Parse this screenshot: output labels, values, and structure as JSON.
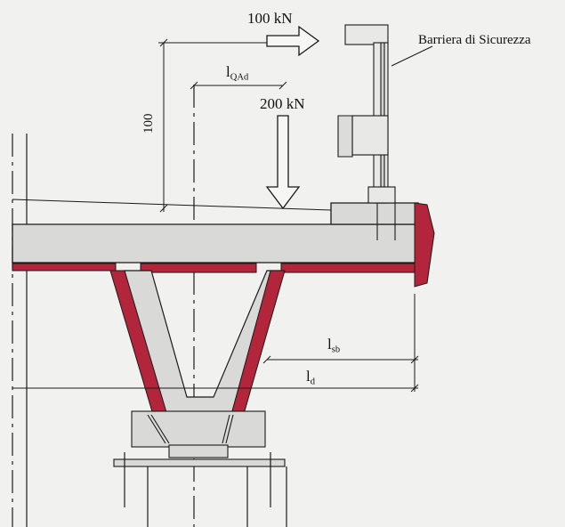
{
  "labels": {
    "horizontal_force": "100 kN",
    "vertical_force": "200 kN",
    "barrier": "Barriera di Sicurezza",
    "height_dim": "100",
    "l_qad": {
      "main": "l",
      "sub": "QAd"
    },
    "l_sb": {
      "main": "l",
      "sub": "sb"
    },
    "l_d": {
      "main": "l",
      "sub": "d"
    }
  },
  "colors": {
    "background": "#f1f1ef",
    "concrete": "#d9dad8",
    "steel": "#b3253a",
    "line": "#1a1a1a"
  }
}
